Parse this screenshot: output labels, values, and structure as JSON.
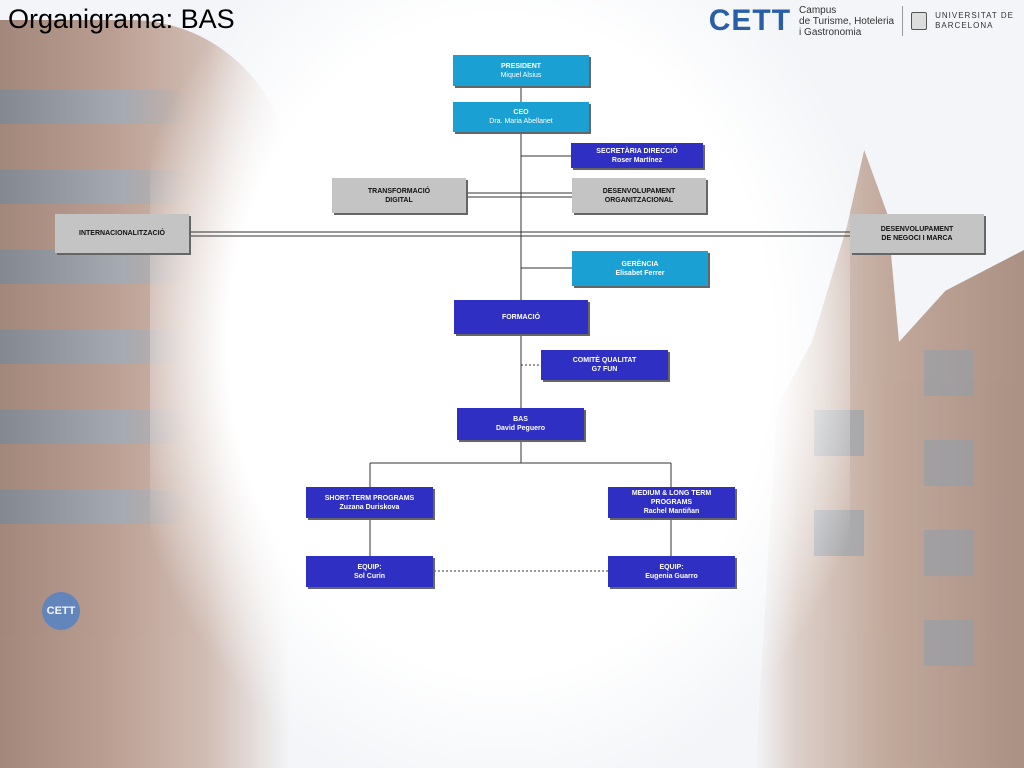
{
  "header": {
    "title": "Organigrama: BAS",
    "logo_mark": "CETT",
    "logo_line1": "Campus",
    "logo_line2": "de Turisme, Hoteleria",
    "logo_line3": "i Gastronomia",
    "ub_line1": "UNIVERSITAT DE",
    "ub_line2": "BARCELONA"
  },
  "background": {
    "badge": "CETT"
  },
  "org": {
    "president": {
      "role": "PRESIDENT",
      "name": "Miquel Alsius"
    },
    "ceo": {
      "role": "CEO",
      "name": "Dra. Maria Abellanet"
    },
    "secretaria": {
      "role": "SECRETÀRIA DIRECCIÓ",
      "name": "Roser Martínez"
    },
    "transformacio": {
      "line1": "TRANSFORMACIÓ",
      "line2": "DIGITAL"
    },
    "desenv_org": {
      "line1": "DESENVOLUPAMENT",
      "line2": "ORGANITZACIONAL"
    },
    "internacional": {
      "line1": "INTERNACIONALITZACIÓ"
    },
    "desenv_negoci": {
      "line1": "DESENVOLUPAMENT",
      "line2": "DE NEGOCI I MARCA"
    },
    "gerencia": {
      "role": "GERÈNCIA",
      "name": "Elisabet Ferrer"
    },
    "formacio": {
      "role": "FORMACIÓ"
    },
    "comite": {
      "line1": "COMITÈ QUALITAT",
      "line2": "G7 FUN"
    },
    "bas": {
      "role": "BAS",
      "name": "David Peguero"
    },
    "short_term": {
      "role": "SHORT-TERM PROGRAMS",
      "name": "Zuzana Duriskova"
    },
    "medium_long": {
      "line1": "MEDIUM & LONG  TERM",
      "line2": "PROGRAMS",
      "name": "Rachel Mantiñan"
    },
    "equip_left": {
      "role": "EQUIP:",
      "name": "Sol Curin"
    },
    "equip_right": {
      "role": "EQUIP:",
      "name": "Eugenia Guarro"
    }
  },
  "colors": {
    "cyan": "#1aa0d2",
    "blue": "#2f2fc4",
    "gray": "#c4c4c4"
  }
}
